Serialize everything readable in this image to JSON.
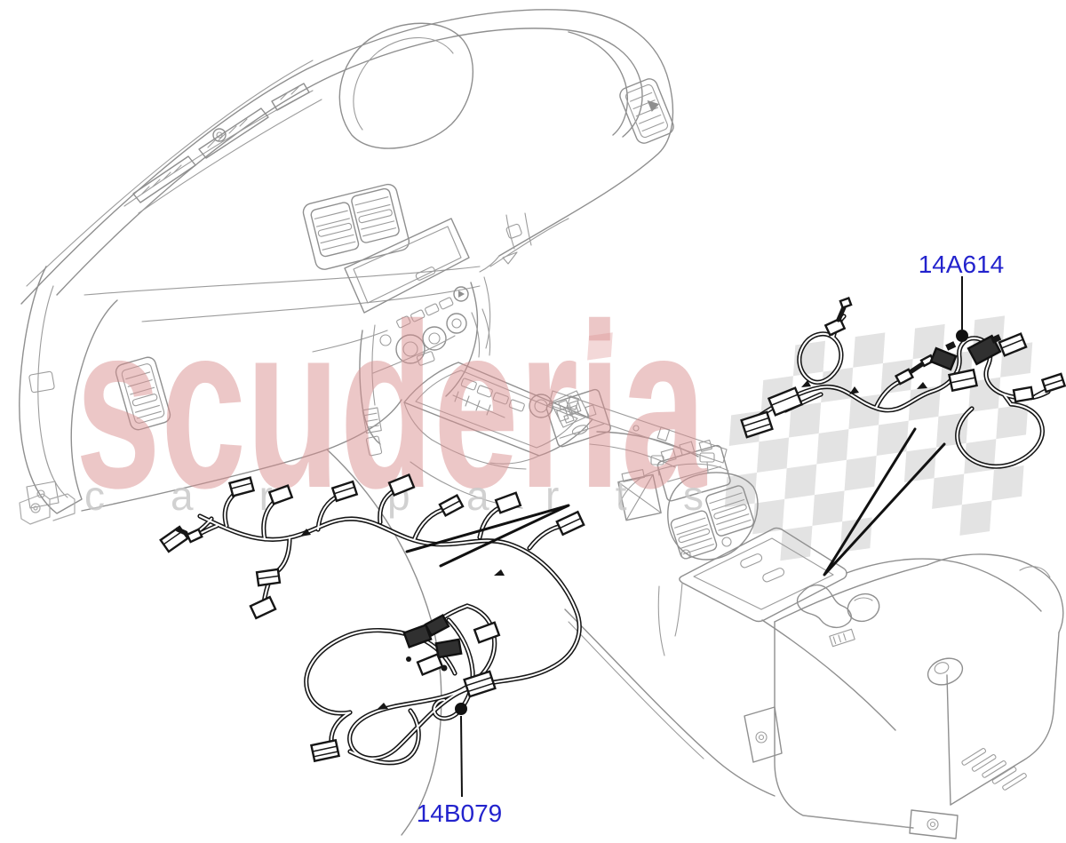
{
  "page": {
    "background_color": "#ffffff"
  },
  "diagram": {
    "line_color": "#8f8f8f",
    "harness_line_color": "#161616",
    "label_color": "#2323cd",
    "labels": {
      "harness_right": "14A614",
      "harness_bottom": "14B079"
    }
  },
  "watermark": {
    "brand": "scuderia",
    "word_left": "car",
    "word_right": "parts",
    "brand_color": "#d98f8f",
    "letters_color": "#c9c9c9",
    "flag_gray": "#e3e3e3",
    "flag_pink": "#f3d8d8"
  }
}
